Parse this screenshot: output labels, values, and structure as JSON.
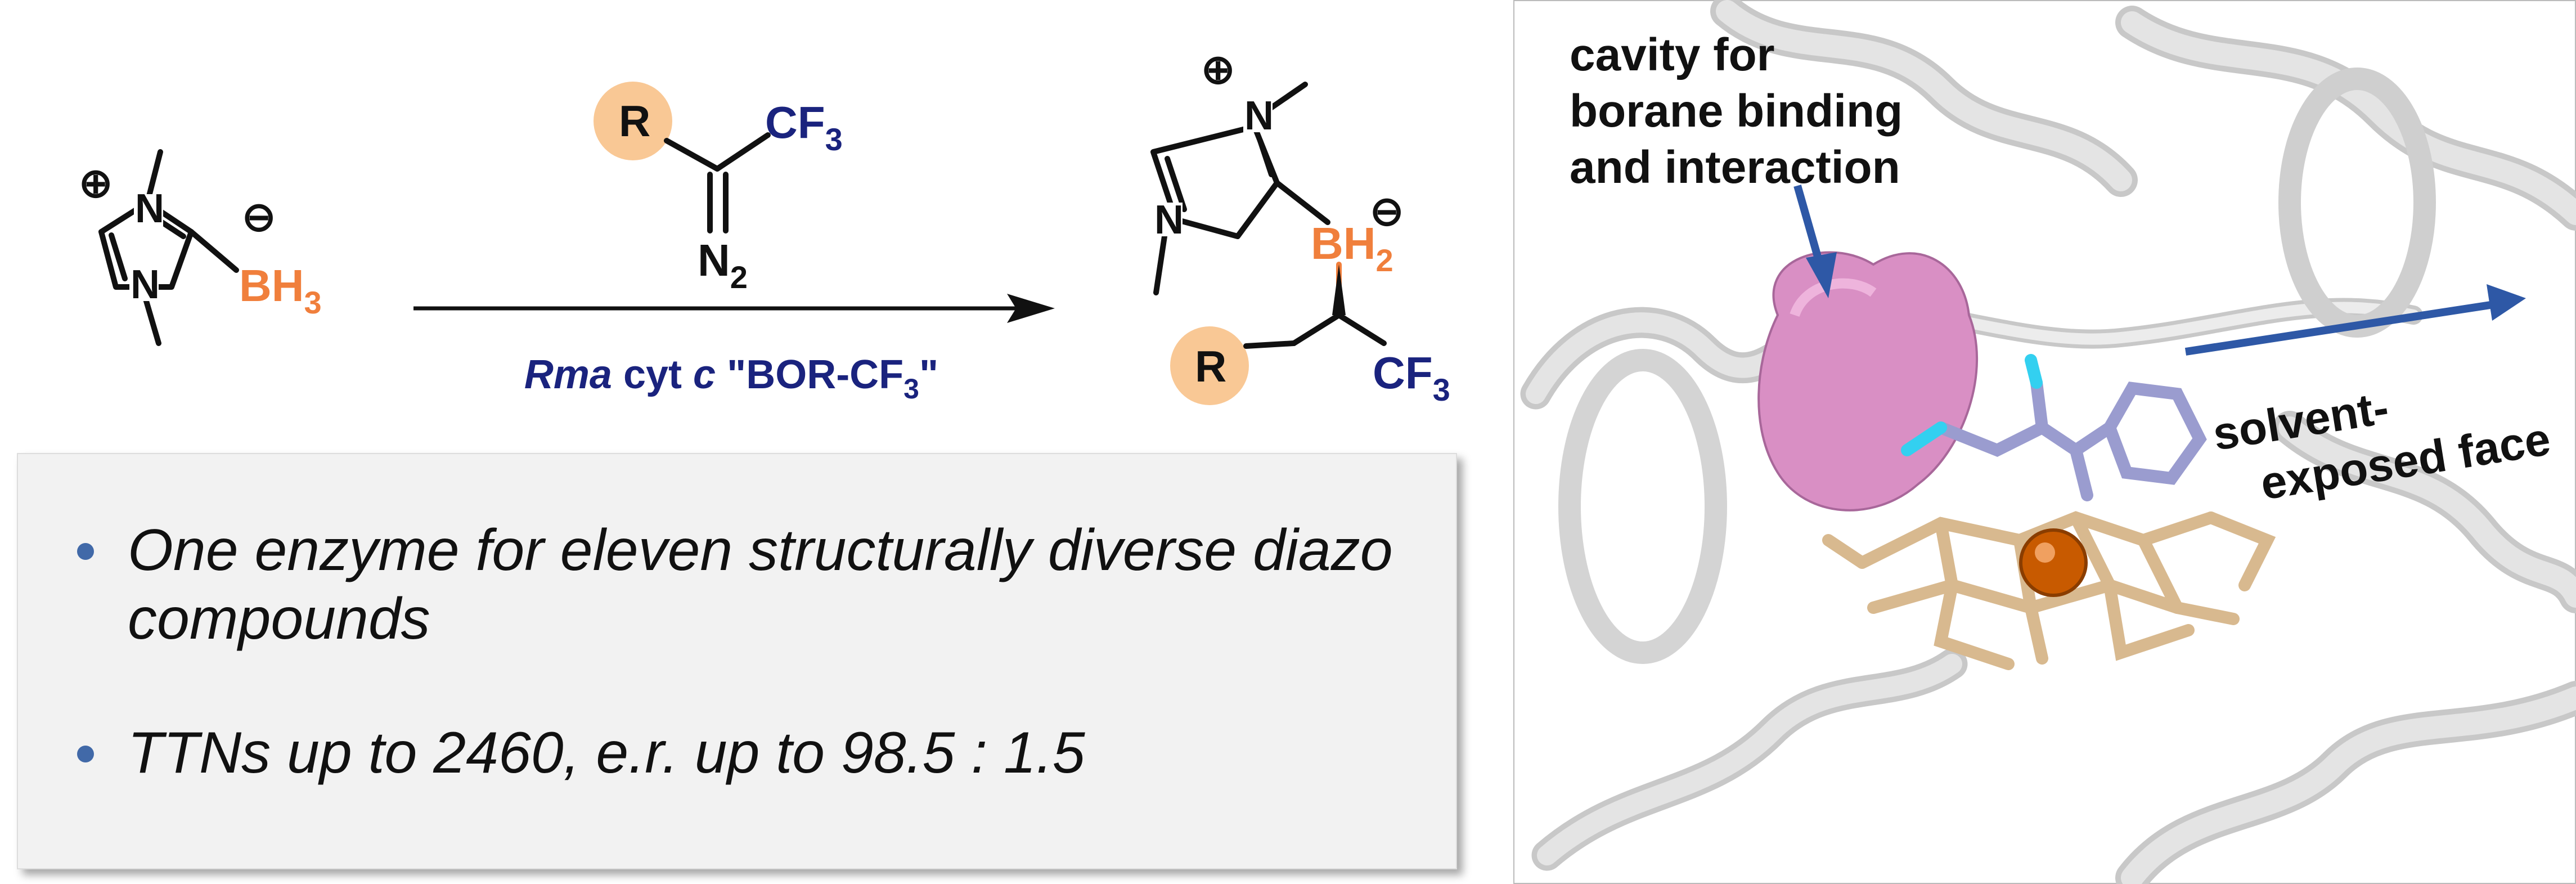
{
  "scheme": {
    "reactant": {
      "n_plus_charge": "⊕",
      "n_top": "N",
      "n_bottom": "N",
      "b_charge": "⊖",
      "borane": "BH",
      "borane_sub": "3"
    },
    "diazo": {
      "r_group": "R",
      "cf3_main": "CF",
      "cf3_sub": "3",
      "n2_main": "N",
      "n2_sub": "2"
    },
    "catalyst": {
      "name_italic": "Rma",
      "cyt": " cyt ",
      "c_italic": "c",
      "variant_open": " \"BOR-CF",
      "variant_sub": "3",
      "variant_close": "\""
    },
    "product": {
      "n_plus_charge": "⊕",
      "n_top": "N",
      "n_bottom": "N",
      "b_charge": "⊖",
      "borane": "BH",
      "borane_sub": "2",
      "r_group": "R",
      "cf3_main": "CF",
      "cf3_sub": "3"
    },
    "colors": {
      "boron": "#f07f3c",
      "cf3": "#1a237e",
      "r_circle": "#f9c895",
      "arrow": "#111111",
      "catalyst": "#1a237e"
    }
  },
  "highlights": {
    "bullets": [
      "One enzyme for eleven structurally diverse diazo compounds",
      "TTNs up to 2460, e.r. up to 98.5 : 1.5"
    ],
    "bullet_color": "#4169a8"
  },
  "protein_panel": {
    "cavity_label": [
      "cavity for",
      "borane binding",
      "and interaction"
    ],
    "solvent_label": [
      "solvent-",
      "exposed face"
    ],
    "colors": {
      "ribbon": "#dcdcdc",
      "cavity": "#d98fc4",
      "heme": "#d8b98f",
      "ligand": "#9a9ccf",
      "iron": "#c85a00",
      "arrow": "#2e58a6",
      "fluorine": "#33d0f0"
    }
  }
}
